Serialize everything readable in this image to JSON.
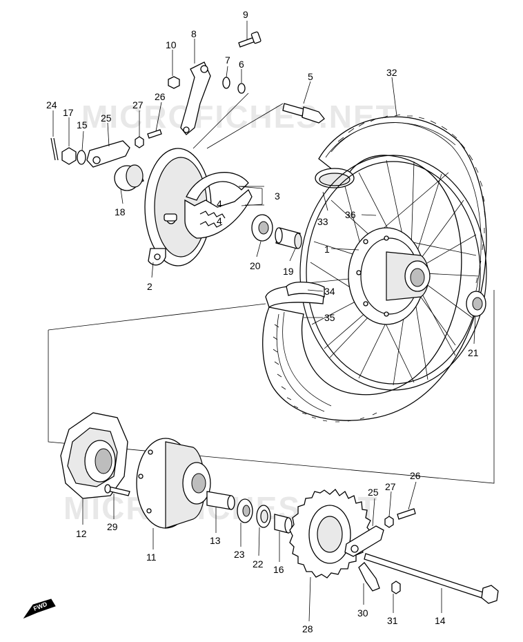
{
  "watermarks": [
    "MICROFICHES.NET",
    "MICROFICHES.NET"
  ],
  "fwd_label": "FWD",
  "callouts": [
    {
      "id": "c9",
      "text": "9"
    },
    {
      "id": "c8",
      "text": "8"
    },
    {
      "id": "c10",
      "text": "10"
    },
    {
      "id": "c7",
      "text": "7"
    },
    {
      "id": "c6",
      "text": "6"
    },
    {
      "id": "c5",
      "text": "5"
    },
    {
      "id": "c32",
      "text": "32"
    },
    {
      "id": "c24",
      "text": "24"
    },
    {
      "id": "c17",
      "text": "17"
    },
    {
      "id": "c27a",
      "text": "27"
    },
    {
      "id": "c26a",
      "text": "26"
    },
    {
      "id": "c15",
      "text": "15"
    },
    {
      "id": "c25a",
      "text": "25"
    },
    {
      "id": "c3",
      "text": "3"
    },
    {
      "id": "c4a",
      "text": "4"
    },
    {
      "id": "c4b",
      "text": "4"
    },
    {
      "id": "c18",
      "text": "18"
    },
    {
      "id": "c33",
      "text": "33"
    },
    {
      "id": "c36",
      "text": "36"
    },
    {
      "id": "c1",
      "text": "1"
    },
    {
      "id": "c20",
      "text": "20"
    },
    {
      "id": "c19",
      "text": "19"
    },
    {
      "id": "c2",
      "text": "2"
    },
    {
      "id": "c34",
      "text": "34"
    },
    {
      "id": "c35",
      "text": "35"
    },
    {
      "id": "c21",
      "text": "21"
    },
    {
      "id": "c26b",
      "text": "26"
    },
    {
      "id": "c25b",
      "text": "25"
    },
    {
      "id": "c27b",
      "text": "27"
    },
    {
      "id": "c12",
      "text": "12"
    },
    {
      "id": "c29",
      "text": "29"
    },
    {
      "id": "c13",
      "text": "13"
    },
    {
      "id": "c23",
      "text": "23"
    },
    {
      "id": "c22",
      "text": "22"
    },
    {
      "id": "c16",
      "text": "16"
    },
    {
      "id": "c11",
      "text": "11"
    },
    {
      "id": "c30",
      "text": "30"
    },
    {
      "id": "c31",
      "text": "31"
    },
    {
      "id": "c14",
      "text": "14"
    },
    {
      "id": "c28",
      "text": "28"
    }
  ]
}
